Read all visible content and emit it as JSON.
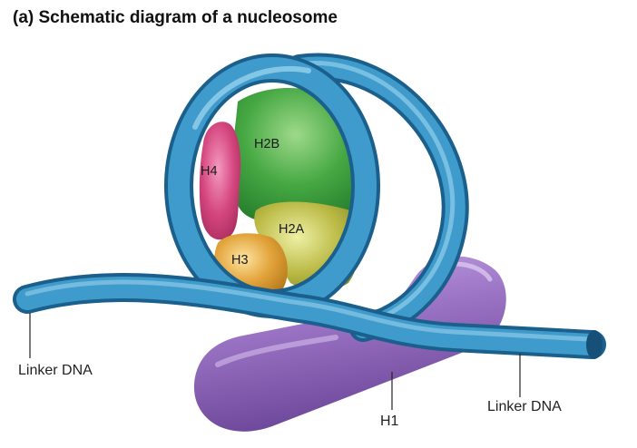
{
  "title": "(a) Schematic diagram of a nucleosome",
  "histones": {
    "h2b": "H2B",
    "h4": "H4",
    "h2a": "H2A",
    "h3": "H3"
  },
  "callouts": {
    "linker_left": "Linker DNA",
    "linker_right": "Linker DNA",
    "h1": "H1"
  },
  "colors": {
    "dna": "#3a97c8",
    "h2b": "#3e9e3c",
    "h4": "#d3447c",
    "h2a": "#b9b53f",
    "h3": "#d99a32",
    "h1": "#8d67b5"
  }
}
